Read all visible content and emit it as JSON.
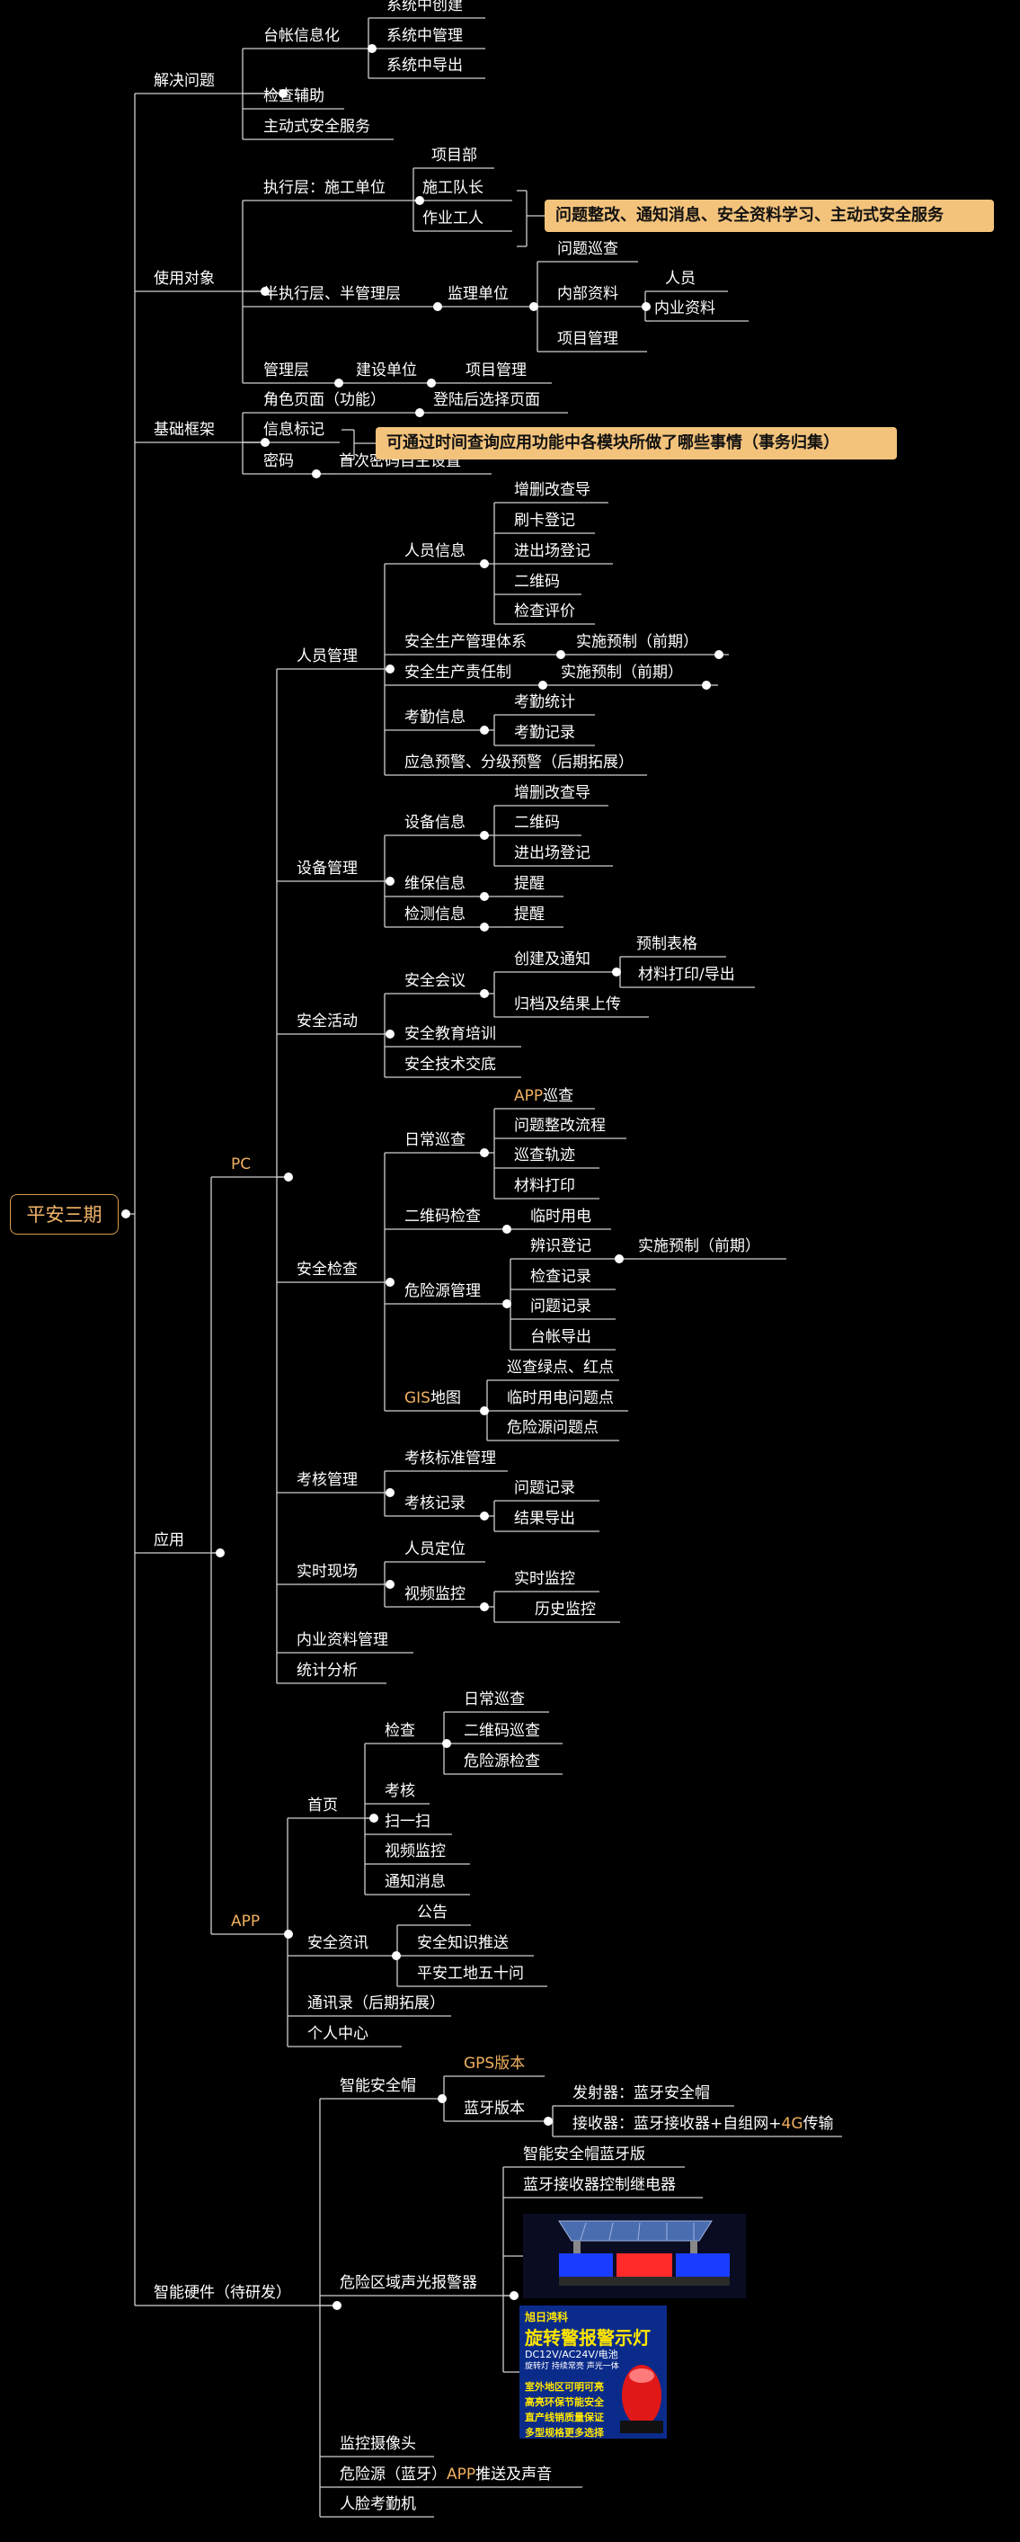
{
  "root": "平安三期",
  "nodes": [
    {
      "id": "jjwt",
      "text": "解决问题"
    },
    {
      "id": "tzxxh",
      "text": "台帐信息化"
    },
    {
      "id": "xtcj",
      "text": "系统中创建"
    },
    {
      "id": "xtgl",
      "text": "系统中管理"
    },
    {
      "id": "xtdc",
      "text": "系统中导出"
    },
    {
      "id": "jcfz",
      "text": "检查辅助"
    },
    {
      "id": "zdsaqfw",
      "text": "主动式安全服务"
    },
    {
      "id": "sydx",
      "text": "使用对象"
    },
    {
      "id": "zxc",
      "text": "执行层：施工单位"
    },
    {
      "id": "xmb",
      "text": "项目部"
    },
    {
      "id": "sgdz",
      "text": "施工队长"
    },
    {
      "id": "zygr",
      "text": "作业工人"
    },
    {
      "id": "bzx",
      "text": "半执行层、半管理层"
    },
    {
      "id": "jldw",
      "text": "监理单位"
    },
    {
      "id": "wtxc",
      "text": "问题巡查"
    },
    {
      "id": "nbzl",
      "text": "内部资料"
    },
    {
      "id": "ry",
      "text": "人员"
    },
    {
      "id": "nyzl",
      "text": "内业资料"
    },
    {
      "id": "xmgl",
      "text": "项目管理"
    },
    {
      "id": "glc",
      "text": "管理层"
    },
    {
      "id": "jsdw",
      "text": "建设单位"
    },
    {
      "id": "xmgl2",
      "text": "项目管理"
    },
    {
      "id": "jckj",
      "text": "基础框架"
    },
    {
      "id": "jsym",
      "text": "角色页面（功能）"
    },
    {
      "id": "dlhxz",
      "text": "登陆后选择页面"
    },
    {
      "id": "xxbj",
      "text": "信息标记"
    },
    {
      "id": "mm",
      "text": "密码"
    },
    {
      "id": "scmm",
      "text": "首次密码自主设置"
    },
    {
      "id": "yy",
      "text": "应用"
    },
    {
      "id": "pc",
      "text": "PC"
    },
    {
      "id": "rygl",
      "text": "人员管理"
    },
    {
      "id": "ryxx",
      "text": "人员信息"
    },
    {
      "id": "zsgcd",
      "text": "增删改查导"
    },
    {
      "id": "skdj",
      "text": "刷卡登记"
    },
    {
      "id": "jccdj",
      "text": "进出场登记"
    },
    {
      "id": "ewm1",
      "text": "二维码"
    },
    {
      "id": "jcpj",
      "text": "检查评价"
    },
    {
      "id": "aqsctx",
      "text": "安全生产管理体系"
    },
    {
      "id": "ssyz1",
      "text": "实施预制（前期）"
    },
    {
      "id": "aqzrz",
      "text": "安全生产责任制"
    },
    {
      "id": "ssyz2",
      "text": "实施预制（前期）"
    },
    {
      "id": "kqxx",
      "text": "考勤信息"
    },
    {
      "id": "kqtj",
      "text": "考勤统计"
    },
    {
      "id": "kqjl",
      "text": "考勤记录"
    },
    {
      "id": "yjyj",
      "text": "应急预警、分级预警（后期拓展）"
    },
    {
      "id": "sbgl",
      "text": "设备管理"
    },
    {
      "id": "sbxx",
      "text": "设备信息"
    },
    {
      "id": "zsgcd2",
      "text": "增删改查导"
    },
    {
      "id": "ewm2",
      "text": "二维码"
    },
    {
      "id": "jccdj2",
      "text": "进出场登记"
    },
    {
      "id": "wbxx",
      "text": "维保信息"
    },
    {
      "id": "tx1",
      "text": "提醒"
    },
    {
      "id": "jcxx",
      "text": "检测信息"
    },
    {
      "id": "tx2",
      "text": "提醒"
    },
    {
      "id": "aqhd",
      "text": "安全活动"
    },
    {
      "id": "aqhy",
      "text": "安全会议"
    },
    {
      "id": "cjjtz",
      "text": "创建及通知"
    },
    {
      "id": "yzbg",
      "text": "预制表格"
    },
    {
      "id": "cldy",
      "text": "材料打印/导出"
    },
    {
      "id": "gdjg",
      "text": "归档及结果上传"
    },
    {
      "id": "aqjypx",
      "text": "安全教育培训"
    },
    {
      "id": "aqjsjd",
      "text": "安全技术交底"
    },
    {
      "id": "aqjc",
      "text": "安全检查"
    },
    {
      "id": "rcxc",
      "text": "日常巡查"
    },
    {
      "id": "appxc",
      "text": "APP巡查"
    },
    {
      "id": "wtzglc",
      "text": "问题整改流程"
    },
    {
      "id": "xcgj",
      "text": "巡查轨迹"
    },
    {
      "id": "cldy2",
      "text": "材料打印"
    },
    {
      "id": "ewmjc",
      "text": "二维码检查"
    },
    {
      "id": "lsyd",
      "text": "临时用电"
    },
    {
      "id": "wxygl",
      "text": "危险源管理"
    },
    {
      "id": "bsdj",
      "text": "辨识登记"
    },
    {
      "id": "ssyz3",
      "text": "实施预制（前期）"
    },
    {
      "id": "jcjl",
      "text": "检查记录"
    },
    {
      "id": "wtjl",
      "text": "问题记录"
    },
    {
      "id": "tzdc",
      "text": "台帐导出"
    },
    {
      "id": "gisdt",
      "text": "GIS地图"
    },
    {
      "id": "xcld",
      "text": "巡查绿点、红点"
    },
    {
      "id": "lsydwt",
      "text": "临时用电问题点"
    },
    {
      "id": "wxywt",
      "text": "危险源问题点"
    },
    {
      "id": "khgl",
      "text": "考核管理"
    },
    {
      "id": "khbzgl",
      "text": "考核标准管理"
    },
    {
      "id": "khjl",
      "text": "考核记录"
    },
    {
      "id": "wtjl2",
      "text": "问题记录"
    },
    {
      "id": "jgdc",
      "text": "结果导出"
    },
    {
      "id": "ssxc",
      "text": "实时现场"
    },
    {
      "id": "rydw",
      "text": "人员定位"
    },
    {
      "id": "spjk",
      "text": "视频监控"
    },
    {
      "id": "ssjk",
      "text": "实时监控"
    },
    {
      "id": "lsjk",
      "text": "历史监控"
    },
    {
      "id": "nyzlgl",
      "text": "内业资料管理"
    },
    {
      "id": "tjfx",
      "text": "统计分析"
    },
    {
      "id": "app",
      "text": "APP"
    },
    {
      "id": "sy",
      "text": "首页"
    },
    {
      "id": "jc",
      "text": "检查"
    },
    {
      "id": "rcxc2",
      "text": "日常巡查"
    },
    {
      "id": "ewmxc",
      "text": "二维码巡查"
    },
    {
      "id": "wxyjc",
      "text": "危险源检查"
    },
    {
      "id": "kh",
      "text": "考核"
    },
    {
      "id": "sys",
      "text": "扫一扫"
    },
    {
      "id": "spjk2",
      "text": "视频监控"
    },
    {
      "id": "tzxx",
      "text": "通知消息"
    },
    {
      "id": "aqzx",
      "text": "安全资讯"
    },
    {
      "id": "gg",
      "text": "公告"
    },
    {
      "id": "aqzsts",
      "text": "安全知识推送"
    },
    {
      "id": "pagd",
      "text": "平安工地五十问"
    },
    {
      "id": "txl",
      "text": "通讯录（后期拓展）"
    },
    {
      "id": "grzx",
      "text": "个人中心"
    },
    {
      "id": "znyj",
      "text": "智能硬件（待研发）"
    },
    {
      "id": "znaqm",
      "text": "智能安全帽"
    },
    {
      "id": "gpsbb",
      "text": "GPS版本"
    },
    {
      "id": "lybb",
      "text": "蓝牙版本"
    },
    {
      "id": "fsq",
      "text": "发射器：蓝牙安全帽"
    },
    {
      "id": "jsq",
      "text": "接收器：蓝牙接收器+自组网+4G传输"
    },
    {
      "id": "wxqy",
      "text": "危险区域声光报警器"
    },
    {
      "id": "znaqmly",
      "text": "智能安全帽蓝牙版"
    },
    {
      "id": "lyjsqk",
      "text": "蓝牙接收器控制继电器"
    },
    {
      "id": "jksxt",
      "text": "监控摄像头"
    },
    {
      "id": "wxyly",
      "text": "危险源（蓝牙）APP推送及声音"
    },
    {
      "id": "rlkqj",
      "text": "人脸考勤机"
    }
  ],
  "callouts": {
    "c1": "问题整改、通知消息、安全资料学习、主动式安全服务",
    "c2": "可通过时间查询应用功能中各模块所做了哪些事情（事务归集）"
  },
  "warning_image": {
    "brand": "旭日鸿科",
    "title": "旋转警报警示灯",
    "sub": "DC12V/AC24V/电池",
    "small": "旋转灯 持续常亮 声光一体",
    "features": [
      "室外地区可明可亮",
      "高亮环保节能安全",
      "直产线销质量保证",
      "多型规格更多选择"
    ]
  },
  "colors": {
    "accent": "#f0b060",
    "line": "#cfcfcf",
    "callout": "#f3c37c"
  },
  "icons": {
    "history": "red-star-icon",
    "warning": "warning-badge-icon"
  }
}
